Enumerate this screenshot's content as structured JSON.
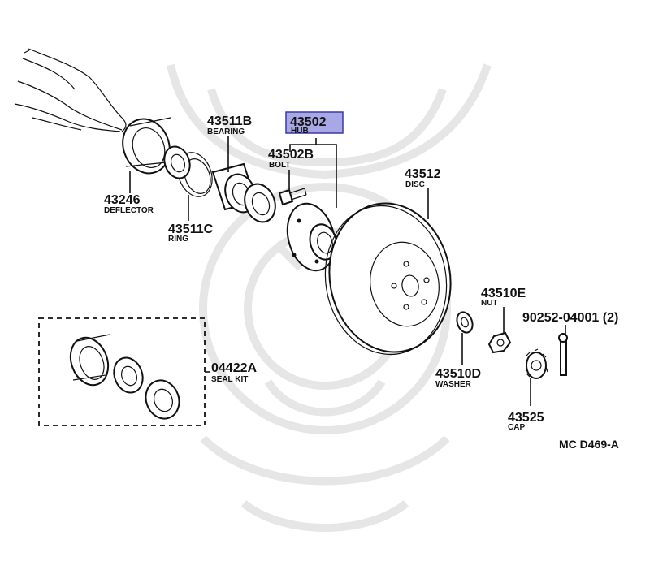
{
  "diagram_code": "MC D469-A",
  "parts": {
    "deflector": {
      "number": "43246",
      "name": "DEFLECTOR"
    },
    "bearing": {
      "number": "43511B",
      "name": "BEARING"
    },
    "ring": {
      "number": "43511C",
      "name": "RING"
    },
    "hub": {
      "number": "43502",
      "name": "HUB"
    },
    "bolt": {
      "number": "43502B",
      "name": "BOLT"
    },
    "disc": {
      "number": "43512",
      "name": "DISC"
    },
    "nut": {
      "number": "43510E",
      "name": "NUT"
    },
    "cotter_pin": {
      "number": "90252-04001 (2)"
    },
    "washer": {
      "number": "43510D",
      "name": "WASHER"
    },
    "cap": {
      "number": "43525",
      "name": "CAP"
    },
    "seal_kit": {
      "number": "04422A",
      "name": "SEAL KIT"
    }
  },
  "colors": {
    "highlight_fill": "#a8a8e6",
    "highlight_border": "#3a3aa0",
    "line": "#111111",
    "watermark": "#e6e6e6"
  }
}
